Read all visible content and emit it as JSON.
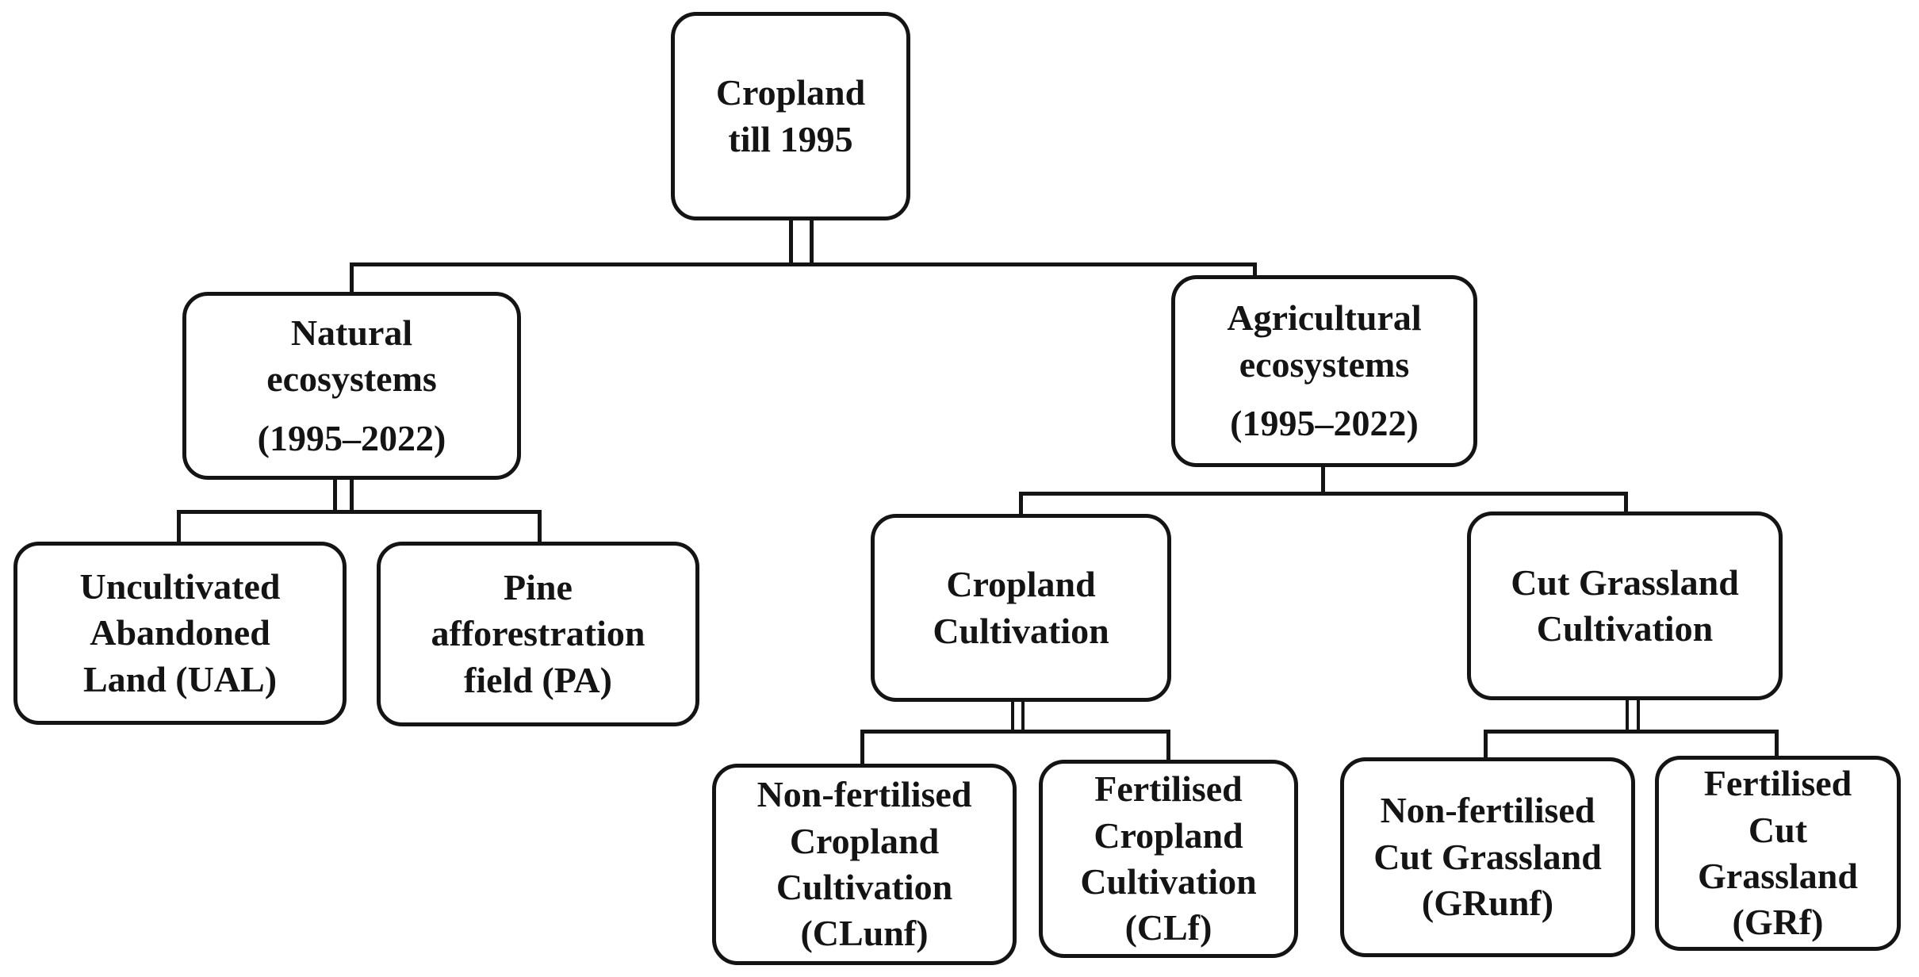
{
  "figure": {
    "type": "flowchart",
    "background_color": "#ffffff",
    "line_color": "#141414",
    "box_fill": "#ffffff",
    "text_color": "#141414",
    "nodes": {
      "root": {
        "label": "Cropland\ntill 1995"
      },
      "natural": {
        "title": "Natural\necosystems",
        "period": "(1995–2022)"
      },
      "agricultural": {
        "title": "Agricultural\necosystems",
        "period": "(1995–2022)"
      },
      "ual": {
        "label": "Uncultivated\nAbandoned\nLand (UAL)"
      },
      "pine": {
        "label": "Pine\nafforestration\nfield (PA)"
      },
      "cropland_cultivation": {
        "label": "Cropland\nCultivation"
      },
      "cut_grassland_cultivation": {
        "label": "Cut Grassland\nCultivation"
      },
      "clunf": {
        "label": "Non-fertilised\nCropland\nCultivation\n(CLunf)"
      },
      "clf": {
        "label": "Fertilised\nCropland\nCultivation\n(CLf)"
      },
      "grunf": {
        "label": "Non-fertilised\nCut Grassland\n(GRunf)"
      },
      "grf": {
        "label": "Fertilised\nCut\nGrassland\n(GRf)"
      }
    },
    "edges": [
      {
        "from": "Cropland till 1995",
        "to": "Natural ecosystems (1995–2022)"
      },
      {
        "from": "Cropland till 1995",
        "to": "Agricultural ecosystems (1995–2022)"
      },
      {
        "from": "Natural ecosystems (1995–2022)",
        "to": "Uncultivated Abandoned Land (UAL)"
      },
      {
        "from": "Natural ecosystems (1995–2022)",
        "to": "Pine afforestration field (PA)"
      },
      {
        "from": "Agricultural ecosystems (1995–2022)",
        "to": "Cropland Cultivation"
      },
      {
        "from": "Agricultural ecosystems (1995–2022)",
        "to": "Cut Grassland Cultivation"
      },
      {
        "from": "Cropland Cultivation",
        "to": "Non-fertilised Cropland Cultivation (CLunf)"
      },
      {
        "from": "Cropland Cultivation",
        "to": "Fertilised Cropland Cultivation (CLf)"
      },
      {
        "from": "Cut Grassland Cultivation",
        "to": "Non-fertilised Cut Grassland (GRunf)"
      },
      {
        "from": "Cut Grassland Cultivation",
        "to": "Fertilised Cut Grassland (GRf)"
      }
    ]
  }
}
